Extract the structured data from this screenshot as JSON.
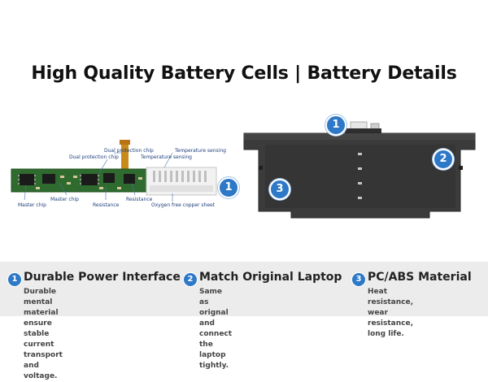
{
  "title": "High Quality Battery Cells | Battery Details",
  "circuit_labels": {
    "dual_chip_1": "Dual protection chip",
    "dual_chip_2": "Dual protection chip",
    "temp_1": "Temperature sensing",
    "temp_2": "Temperature sensing",
    "master_1": "Master chip",
    "master_2": "Master chip",
    "resistance_1": "Resistance",
    "resistance_2": "Resistance",
    "copper": "Oxygen free copper sheet"
  },
  "badges": [
    "1",
    "2",
    "3"
  ],
  "features": [
    {
      "number": "1",
      "title": "Durable Power Interface",
      "desc_1": "Durable mental material ensure",
      "desc_2": "stable current transport and voltage."
    },
    {
      "number": "2",
      "title": "Match Original Laptop",
      "desc_1": "Same as orignal and connect the",
      "desc_2": "laptop tightly."
    },
    {
      "number": "3",
      "title": "PC/ABS Material",
      "desc_1": "Heat resistance, wear",
      "desc_2": "resistance, long life."
    }
  ],
  "colors": {
    "accent": "#2d78c7",
    "feature_band": "#ececec",
    "battery_body": "#3b3b3b",
    "pcb": "#2f6b2e"
  }
}
